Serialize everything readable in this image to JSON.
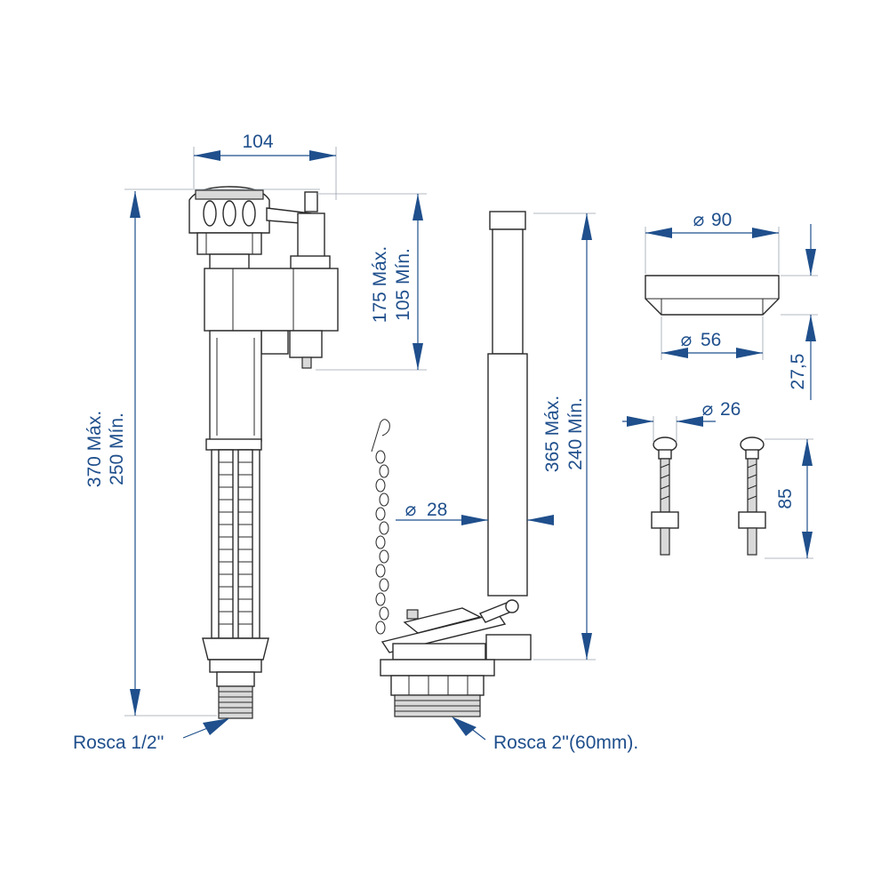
{
  "dimensions": {
    "fill_valve_width": "104",
    "fill_valve_height_max": "370 Máx.",
    "fill_valve_height_min": "250 Mín.",
    "float_height_max": "175 Máx.",
    "float_height_min": "105 Mín.",
    "flush_height_max": "365 Máx.",
    "flush_height_min": "240 Mín.",
    "overflow_diameter": "28",
    "washer_outer_diameter": "90",
    "washer_inner_diameter": "56",
    "washer_height": "27,5",
    "bolt_head_diameter": "26",
    "bolt_length": "85"
  },
  "labels": {
    "fill_valve_thread": "Rosca 1/2''",
    "flush_valve_thread": "Rosca 2''(60mm)."
  },
  "symbols": {
    "diameter": "⌀"
  },
  "colors": {
    "dimension_blue": "#1f4f8c",
    "outline": "#2a2a2a"
  }
}
